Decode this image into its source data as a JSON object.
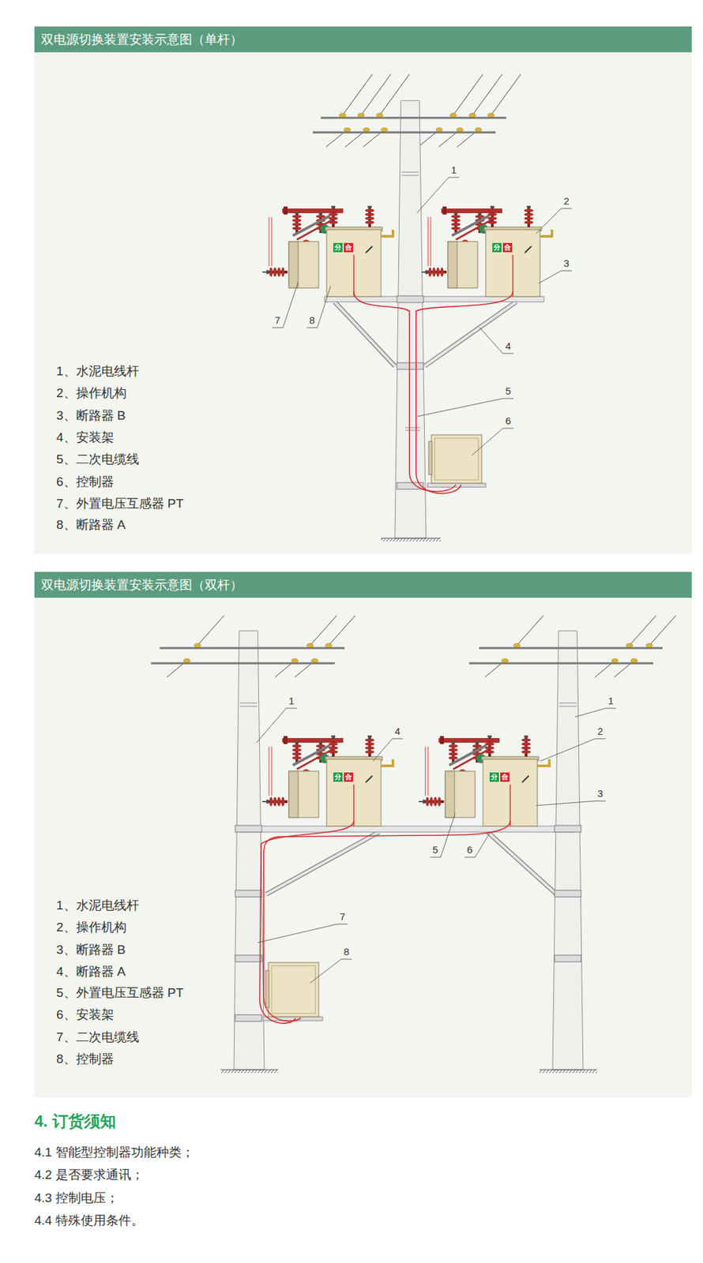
{
  "diagram": {
    "nodes": [
      {
        "text": [
          "双电源切换装置安装示意图（单杆）"
        ]
      },
      {
        "text": [
          "双电源切换装置安装示意图（双杆）"
        ]
      }
    ],
    "labels": [
      "1、水泥电线杆",
      "2、操作机构",
      "3、断路器 B",
      "4、安装架",
      "5、二次电缆线",
      "6、控制器",
      "7、外置电压互感器 PT",
      "8、断路器 A",
      "1",
      "2",
      "3",
      "4",
      "5",
      "6",
      "7",
      "8",
      "1、水泥电线杆",
      "2、操作机构",
      "3、断路器 B",
      "4、断路器 A",
      "5、外置电压互感器 PT",
      "6、安装架",
      "7、二次电缆线",
      "8、控制器",
      "1",
      "4",
      "2",
      "3",
      "1",
      "5",
      "6",
      "7",
      "8",
      "4. 订货须知",
      "4.1 智能型控制器功能种类；",
      "4.2 是否要求通讯；",
      "4.3 控制电压；",
      "4.4 特殊使用条件。",
      "分",
      "合",
      "分",
      "合",
      "分",
      "合",
      "分",
      "合"
    ]
  }
}
